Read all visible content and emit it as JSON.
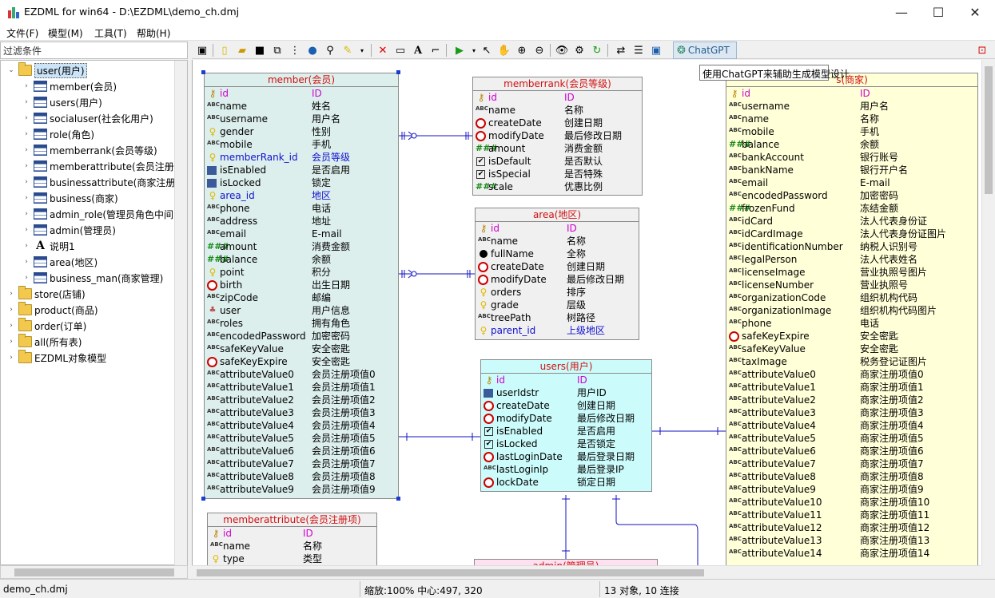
{
  "window": {
    "title": "EZDML for win64 - D:\\EZDML\\demo_ch.dmj",
    "minimize": "—",
    "maximize": "☐",
    "close": "✕"
  },
  "menu": [
    "文件(F)",
    "模型(M)",
    "工具(T)",
    "帮助(H)"
  ],
  "filter": {
    "placeholder": "过滤条件"
  },
  "tree": [
    {
      "label": "user(用户)",
      "icon": "folder-icon",
      "level": 0,
      "expanded": true,
      "selected": true
    },
    {
      "label": "member(会员)",
      "icon": "table-icon",
      "level": 1
    },
    {
      "label": "users(用户)",
      "icon": "table-icon",
      "level": 1
    },
    {
      "label": "socialuser(社会化用户)",
      "icon": "table-icon",
      "level": 1
    },
    {
      "label": "role(角色)",
      "icon": "table-icon",
      "level": 1
    },
    {
      "label": "memberrank(会员等级)",
      "icon": "table-icon",
      "level": 1
    },
    {
      "label": "memberattribute(会员注册",
      "icon": "table-icon",
      "level": 1
    },
    {
      "label": "businessattribute(商家注册",
      "icon": "table-icon",
      "level": 1
    },
    {
      "label": "business(商家)",
      "icon": "table-icon",
      "level": 1
    },
    {
      "label": "admin_role(管理员角色中间",
      "icon": "table-icon",
      "level": 1
    },
    {
      "label": "admin(管理员)",
      "icon": "table-icon",
      "level": 1
    },
    {
      "label": "说明1",
      "icon": "text-icon",
      "level": 1
    },
    {
      "label": "area(地区)",
      "icon": "table-icon",
      "level": 1
    },
    {
      "label": "business_man(商家管理)",
      "icon": "table-icon",
      "level": 1
    },
    {
      "label": "store(店铺)",
      "icon": "folder-icon",
      "level": 0
    },
    {
      "label": "product(商品)",
      "icon": "folder-icon",
      "level": 0
    },
    {
      "label": "order(订单)",
      "icon": "folder-icon",
      "level": 0
    },
    {
      "label": "all(所有表)",
      "icon": "folder-icon",
      "level": 0
    },
    {
      "label": "EZDML对象模型",
      "icon": "folder-icon",
      "level": 0
    }
  ],
  "toolbar": {
    "chatgpt_label": "ChatGPT",
    "tooltip": "使用ChatGPT来辅助生成模型设计"
  },
  "entities": {
    "member": {
      "title": "member(会员)",
      "fields": [
        [
          "key",
          "id",
          "ID",
          "pk"
        ],
        [
          "abc",
          "name",
          "姓名",
          ""
        ],
        [
          "abc",
          "username",
          "用户名",
          ""
        ],
        [
          "bulb",
          "gender",
          "性别",
          ""
        ],
        [
          "abc",
          "mobile",
          "手机",
          ""
        ],
        [
          "bulb",
          "memberRank_id",
          "会员等级",
          "fk"
        ],
        [
          "blob",
          "isEnabled",
          "是否启用",
          ""
        ],
        [
          "blob",
          "isLocked",
          "锁定",
          ""
        ],
        [
          "bulb",
          "area_id",
          "地区",
          "fk"
        ],
        [
          "abc",
          "phone",
          "电话",
          ""
        ],
        [
          "abc",
          "address",
          "地址",
          ""
        ],
        [
          "abc",
          "email",
          "E-mail",
          ""
        ],
        [
          "num",
          "amount",
          "消费金额",
          ""
        ],
        [
          "num",
          "balance",
          "余额",
          ""
        ],
        [
          "bulb",
          "point",
          "积分",
          ""
        ],
        [
          "clock",
          "birth",
          "出生日期",
          ""
        ],
        [
          "abc",
          "zipCode",
          "邮编",
          ""
        ],
        [
          "obj",
          "user",
          "用户信息",
          ""
        ],
        [
          "abc",
          "roles",
          "拥有角色",
          ""
        ],
        [
          "abc",
          "encodedPassword",
          "加密密码",
          ""
        ],
        [
          "abc",
          "safeKeyValue",
          "安全密匙",
          ""
        ],
        [
          "clock",
          "safeKeyExpire",
          "安全密匙",
          ""
        ],
        [
          "abc",
          "attributeValue0",
          "会员注册项值0",
          ""
        ],
        [
          "abc",
          "attributeValue1",
          "会员注册项值1",
          ""
        ],
        [
          "abc",
          "attributeValue2",
          "会员注册项值2",
          ""
        ],
        [
          "abc",
          "attributeValue3",
          "会员注册项值3",
          ""
        ],
        [
          "abc",
          "attributeValue4",
          "会员注册项值4",
          ""
        ],
        [
          "abc",
          "attributeValue5",
          "会员注册项值5",
          ""
        ],
        [
          "abc",
          "attributeValue6",
          "会员注册项值6",
          ""
        ],
        [
          "abc",
          "attributeValue7",
          "会员注册项值7",
          ""
        ],
        [
          "abc",
          "attributeValue8",
          "会员注册项值8",
          ""
        ],
        [
          "abc",
          "attributeValue9",
          "会员注册项值9",
          ""
        ]
      ]
    },
    "memberrank": {
      "title": "memberrank(会员等级)",
      "fields": [
        [
          "key",
          "id",
          "ID",
          "pk"
        ],
        [
          "abc",
          "name",
          "名称",
          ""
        ],
        [
          "clock",
          "createDate",
          "创建日期",
          ""
        ],
        [
          "clock",
          "modifyDate",
          "最后修改日期",
          ""
        ],
        [
          "num",
          "amount",
          "消费金额",
          ""
        ],
        [
          "chk",
          "isDefault",
          "是否默认",
          ""
        ],
        [
          "chk",
          "isSpecial",
          "是否特殊",
          ""
        ],
        [
          "num",
          "scale",
          "优惠比例",
          ""
        ]
      ]
    },
    "area": {
      "title": "area(地区)",
      "fields": [
        [
          "key",
          "id",
          "ID",
          "pk"
        ],
        [
          "abc",
          "name",
          "名称",
          ""
        ],
        [
          "dot",
          "fullName",
          "全称",
          ""
        ],
        [
          "clock",
          "createDate",
          "创建日期",
          ""
        ],
        [
          "clock",
          "modifyDate",
          "最后修改日期",
          ""
        ],
        [
          "bulb",
          "orders",
          "排序",
          ""
        ],
        [
          "bulb",
          "grade",
          "层级",
          ""
        ],
        [
          "abc",
          "treePath",
          "树路径",
          ""
        ],
        [
          "bulb",
          "parent_id",
          "上级地区",
          "fk"
        ]
      ]
    },
    "users": {
      "title": "users(用户)",
      "fields": [
        [
          "key",
          "id",
          "ID",
          "pk"
        ],
        [
          "blob",
          "userIdstr",
          "用户ID",
          ""
        ],
        [
          "clock",
          "createDate",
          "创建日期",
          ""
        ],
        [
          "clock",
          "modifyDate",
          "最后修改日期",
          ""
        ],
        [
          "chk",
          "isEnabled",
          "是否启用",
          ""
        ],
        [
          "chk",
          "isLocked",
          "是否锁定",
          ""
        ],
        [
          "clock",
          "lastLoginDate",
          "最后登录日期",
          ""
        ],
        [
          "abc",
          "lastLoginIp",
          "最后登录IP",
          ""
        ],
        [
          "clock",
          "lockDate",
          "锁定日期",
          ""
        ]
      ]
    },
    "business": {
      "title": "s(商家)",
      "fields": [
        [
          "key",
          "id",
          "ID",
          "pk"
        ],
        [
          "abc",
          "username",
          "用户名",
          ""
        ],
        [
          "abc",
          "name",
          "名称",
          ""
        ],
        [
          "abc",
          "mobile",
          "手机",
          ""
        ],
        [
          "num",
          "balance",
          "余额",
          ""
        ],
        [
          "abc",
          "bankAccount",
          "银行账号",
          ""
        ],
        [
          "abc",
          "bankName",
          "银行开户名",
          ""
        ],
        [
          "abc",
          "email",
          "E-mail",
          ""
        ],
        [
          "abc",
          "encodedPassword",
          "加密密码",
          ""
        ],
        [
          "num",
          "frozenFund",
          "冻结金额",
          ""
        ],
        [
          "abc",
          "idCard",
          "法人代表身份证",
          ""
        ],
        [
          "abc",
          "idCardImage",
          "法人代表身份证图片",
          ""
        ],
        [
          "abc",
          "identificationNumber",
          "纳税人识别号",
          ""
        ],
        [
          "abc",
          "legalPerson",
          "法人代表姓名",
          ""
        ],
        [
          "abc",
          "licenseImage",
          "营业执照号图片",
          ""
        ],
        [
          "abc",
          "licenseNumber",
          "营业执照号",
          ""
        ],
        [
          "abc",
          "organizationCode",
          "组织机构代码",
          ""
        ],
        [
          "abc",
          "organizationImage",
          "组织机构代码图片",
          ""
        ],
        [
          "abc",
          "phone",
          "电话",
          ""
        ],
        [
          "clock",
          "safeKeyExpire",
          "安全密匙",
          ""
        ],
        [
          "abc",
          "safeKeyValue",
          "安全密匙",
          ""
        ],
        [
          "abc",
          "taxImage",
          "税务登记证图片",
          ""
        ],
        [
          "abc",
          "attributeValue0",
          "商家注册项值0",
          ""
        ],
        [
          "abc",
          "attributeValue1",
          "商家注册项值1",
          ""
        ],
        [
          "abc",
          "attributeValue2",
          "商家注册项值2",
          ""
        ],
        [
          "abc",
          "attributeValue3",
          "商家注册项值3",
          ""
        ],
        [
          "abc",
          "attributeValue4",
          "商家注册项值4",
          ""
        ],
        [
          "abc",
          "attributeValue5",
          "商家注册项值5",
          ""
        ],
        [
          "abc",
          "attributeValue6",
          "商家注册项值6",
          ""
        ],
        [
          "abc",
          "attributeValue7",
          "商家注册项值7",
          ""
        ],
        [
          "abc",
          "attributeValue8",
          "商家注册项值8",
          ""
        ],
        [
          "abc",
          "attributeValue9",
          "商家注册项值9",
          ""
        ],
        [
          "abc",
          "attributeValue10",
          "商家注册项值10",
          ""
        ],
        [
          "abc",
          "attributeValue11",
          "商家注册项值11",
          ""
        ],
        [
          "abc",
          "attributeValue12",
          "商家注册项值12",
          ""
        ],
        [
          "abc",
          "attributeValue13",
          "商家注册项值13",
          ""
        ],
        [
          "abc",
          "attributeValue14",
          "商家注册项值14",
          ""
        ]
      ]
    },
    "memberattribute": {
      "title": "memberattribute(会员注册项)",
      "fields": [
        [
          "key",
          "id",
          "ID",
          "pk"
        ],
        [
          "abc",
          "name",
          "名称",
          ""
        ],
        [
          "bulb",
          "type",
          "类型",
          ""
        ]
      ]
    },
    "admin": {
      "title": "admin(管理员)",
      "fields": []
    }
  },
  "status": {
    "file": "demo_ch.dmj",
    "zoom": "缩放:100% 中心:497, 320",
    "counts": "13 对象, 10 连接"
  },
  "colors": {
    "member_bg": "#dcefec",
    "memberrank_bg": "#f0f0f0",
    "area_bg": "#f0f0f0",
    "users_bg": "#ccfbfb",
    "business_bg": "#ffffd8",
    "memberattribute_bg": "#f0f0f0",
    "admin_bg": "#ffe0f0",
    "title_red": "#d01010",
    "line_blue": "#1010c0"
  }
}
